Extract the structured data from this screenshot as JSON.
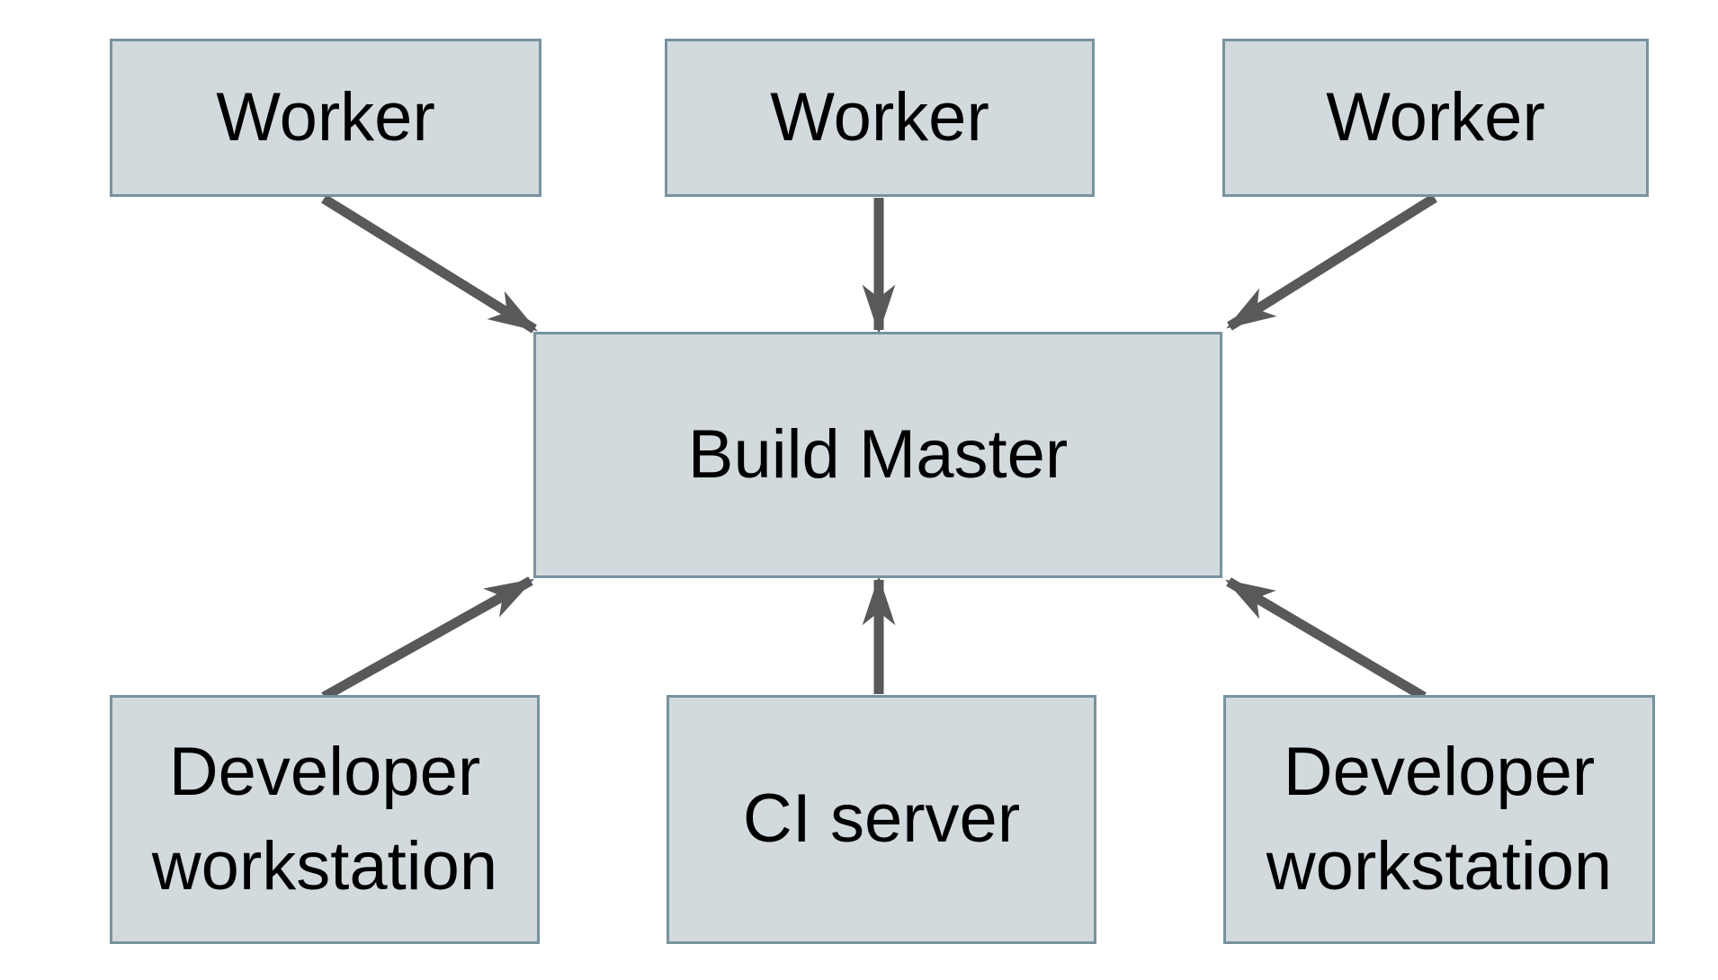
{
  "diagram": {
    "type": "architecture-diagram",
    "background": "#ffffff",
    "colors": {
      "node_fill": "#d2dadd",
      "node_border": "#78939e",
      "arrow": "#58595b",
      "text": "#000000"
    },
    "nodes": {
      "worker_left": {
        "label": "Worker"
      },
      "worker_middle": {
        "label": "Worker"
      },
      "worker_right": {
        "label": "Worker"
      },
      "build_master": {
        "label": "Build Master"
      },
      "developer_workstation_left": {
        "label": "Developer workstation"
      },
      "ci_server": {
        "label": "CI server"
      },
      "developer_workstation_right": {
        "label": "Developer workstation"
      }
    },
    "edges": [
      {
        "from": "worker_left",
        "to": "build_master"
      },
      {
        "from": "worker_middle",
        "to": "build_master"
      },
      {
        "from": "worker_right",
        "to": "build_master"
      },
      {
        "from": "developer_workstation_left",
        "to": "build_master"
      },
      {
        "from": "ci_server",
        "to": "build_master"
      },
      {
        "from": "developer_workstation_right",
        "to": "build_master"
      }
    ]
  }
}
